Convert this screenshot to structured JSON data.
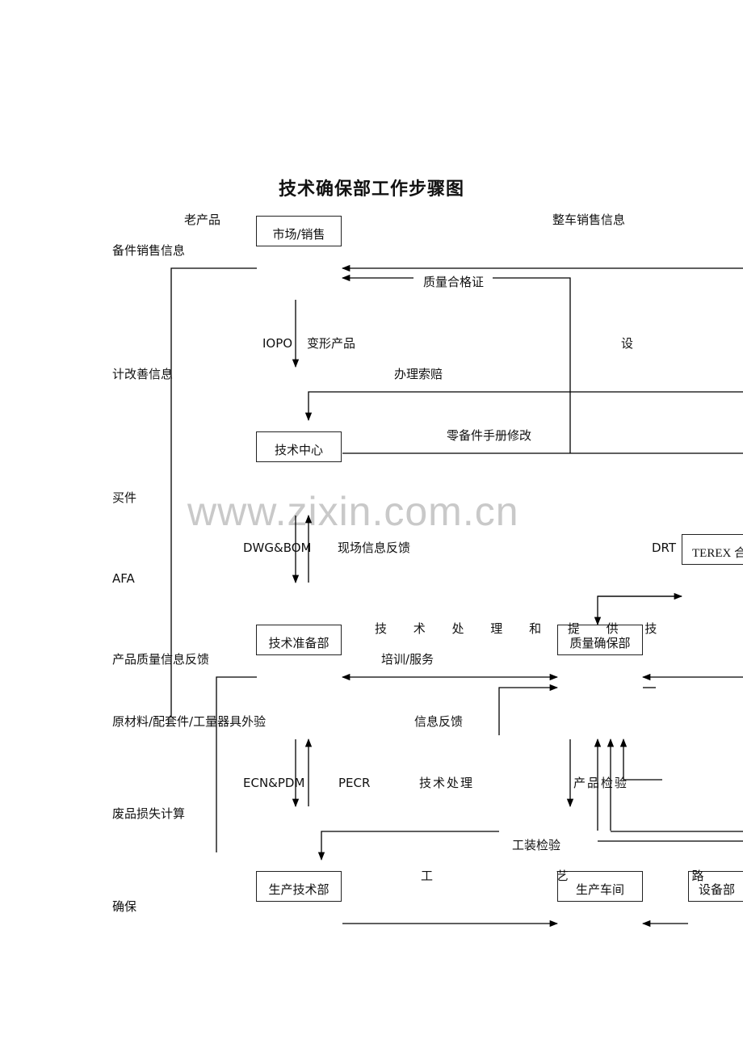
{
  "title": "技术确保部工作步骤图",
  "watermark": "www.zixin.com.cn",
  "boxes": {
    "market": "市场/销售",
    "tech_center": "技术中心",
    "terex": "TEREX 合",
    "tech_prep": "技术准备部",
    "qa": "质量确保部",
    "prod_tech": "生产技术部",
    "workshop": "生产车间",
    "equipment": "设备部"
  },
  "labels": {
    "old_product": "老产品",
    "vehicle_sales": "整车销售信息",
    "parts_sales": "备件销售信息",
    "quality_cert": "质量合格证",
    "iopo": "IOPO",
    "variant": "变形产品",
    "she": "设",
    "design_improve": "计改善信息",
    "claim": "办理索赔",
    "parts_manual": "零备件手册修改",
    "purchase": "买件",
    "dwg_bom": "DWG&BOM",
    "field_feedback": "现场信息反馈",
    "drt": "DRT",
    "afa": "AFA",
    "tech_process_support": "技 术 处 理 和 提 供 技",
    "quality_feedback": "产品质量信息反馈",
    "training": "培训/服务",
    "raw_material": "原材料/配套件/工量器具外验",
    "info_feedback": "信息反馈",
    "ecn_pdm": "ECN&PDM",
    "pecr": "PECR",
    "tech_handling": "技术处理",
    "product_inspection": "产品检验",
    "scrap": "废品损失计算",
    "fixture_inspection": "工装检验",
    "process_route": "工 艺 路",
    "ensure": "确保"
  }
}
